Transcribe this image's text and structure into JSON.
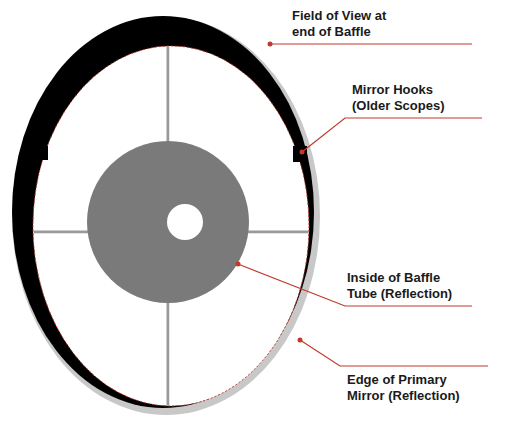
{
  "diagram": {
    "labels": [
      "Field of View at end of Baffle",
      "Mirror Hooks (Older Scopes)",
      "Inside of Baffle Tube (Reflection)",
      "Edge of Primary Mirror (Reflection)"
    ]
  }
}
